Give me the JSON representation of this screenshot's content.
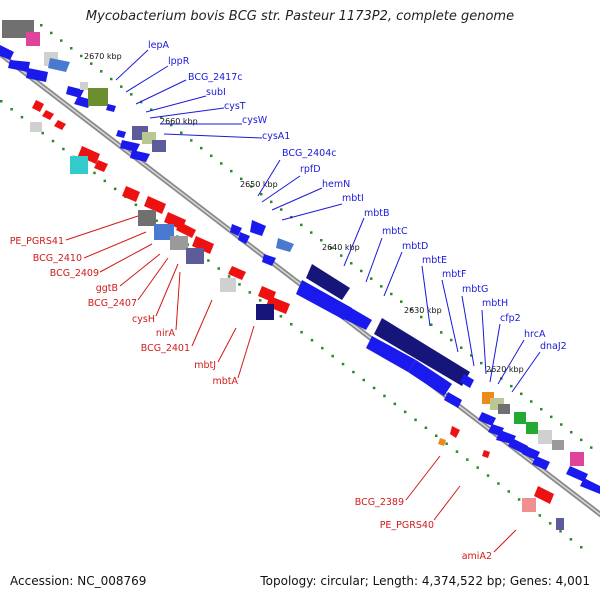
{
  "title": "Mycobacterium bovis BCG str. Pasteur 1173P2, complete genome",
  "footer": {
    "accession": "Accession: NC_008769",
    "summary": "Topology: circular; Length: 4,374,522 bp; Genes: 4,001"
  },
  "ticks": [
    "2670 kbp",
    "2660 kbp",
    "2650 kbp",
    "2640 kbp",
    "2630 kbp",
    "2620 kbp"
  ],
  "forward_genes": [
    "lepA",
    "lppR",
    "BCG_2417c",
    "subI",
    "cysT",
    "cysW",
    "cysA1",
    "BCG_2404c",
    "rpfD",
    "hemN",
    "mbtI",
    "mbtB",
    "mbtC",
    "mbtD",
    "mbtE",
    "mbtF",
    "mbtG",
    "mbtH",
    "cfp2",
    "hrcA",
    "dnaJ2"
  ],
  "reverse_genes": [
    "PE_PGRS41",
    "BCG_2410",
    "BCG_2409",
    "ggtB",
    "BCG_2407",
    "cysH",
    "nirA",
    "BCG_2401",
    "mbtJ",
    "mbtA",
    "BCG_2389",
    "PE_PGRS40",
    "amiA2"
  ],
  "colors": {
    "forward_label": "#1a1adb",
    "reverse_label": "#d11a1a",
    "backbone": "#999999",
    "forward_feature": "#1a1aee",
    "reverse_feature": "#ee1111"
  }
}
